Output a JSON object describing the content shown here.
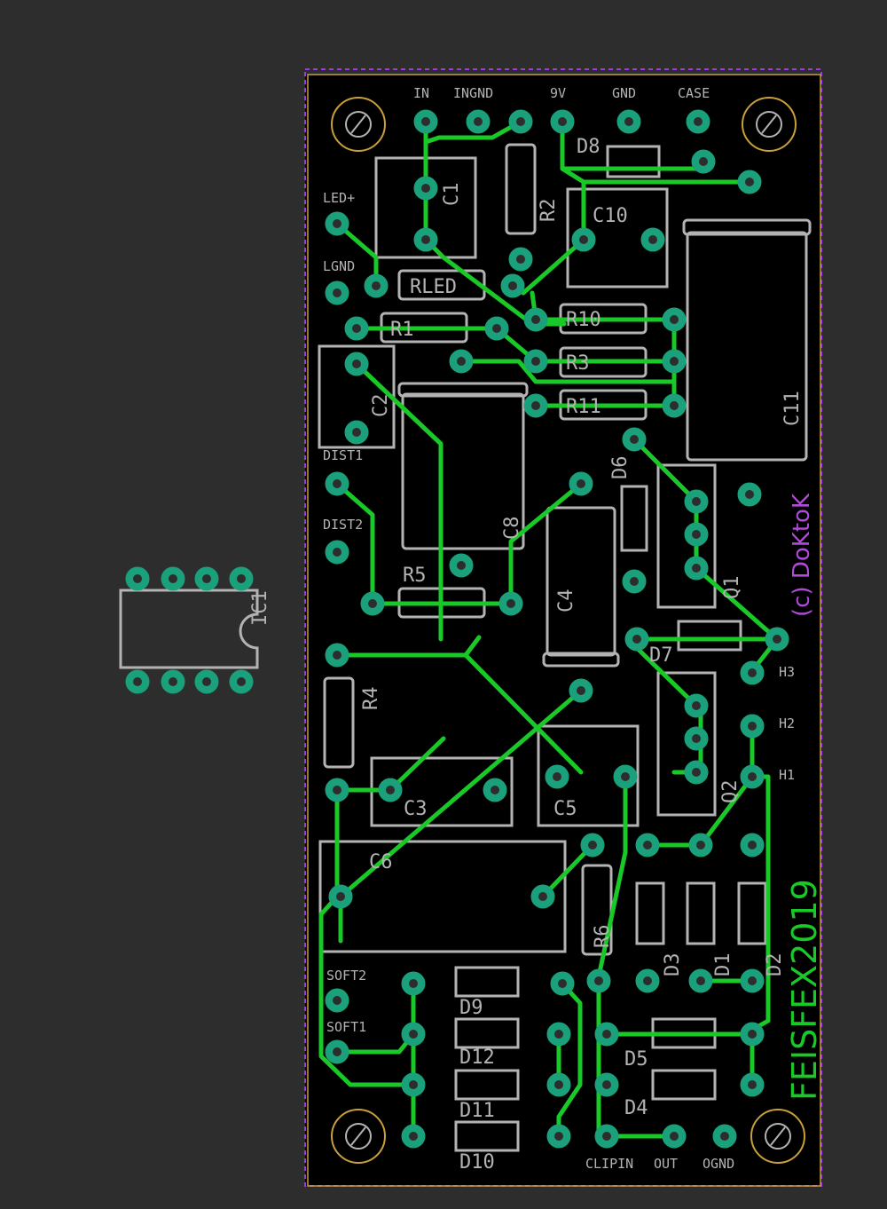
{
  "board": {
    "credit": "(c) DoKtoK",
    "vertical_label": "FEISFEX2019"
  },
  "connectors": {
    "top": [
      "IN",
      "INGND",
      "9V",
      "GND",
      "CASE"
    ],
    "left": [
      "LED+",
      "LGND",
      "DIST1",
      "DIST2",
      "SOFT2",
      "SOFT1"
    ],
    "right": [
      "H3",
      "H2",
      "H1"
    ],
    "bottom": [
      "CLIPIN",
      "OUT",
      "OGND"
    ]
  },
  "components": {
    "ic": "IC1",
    "capacitors": [
      "C1",
      "C2",
      "C3",
      "C4",
      "C5",
      "C6",
      "C8",
      "C10",
      "C11"
    ],
    "resistors": [
      "RLED",
      "R1",
      "R2",
      "R3",
      "R4",
      "R5",
      "R6",
      "R10",
      "R11"
    ],
    "diodes": [
      "D1",
      "D2",
      "D3",
      "D4",
      "D5",
      "D6",
      "D7",
      "D8",
      "D9",
      "D10",
      "D11",
      "D12"
    ],
    "transistors": [
      "Q1",
      "Q2"
    ]
  }
}
